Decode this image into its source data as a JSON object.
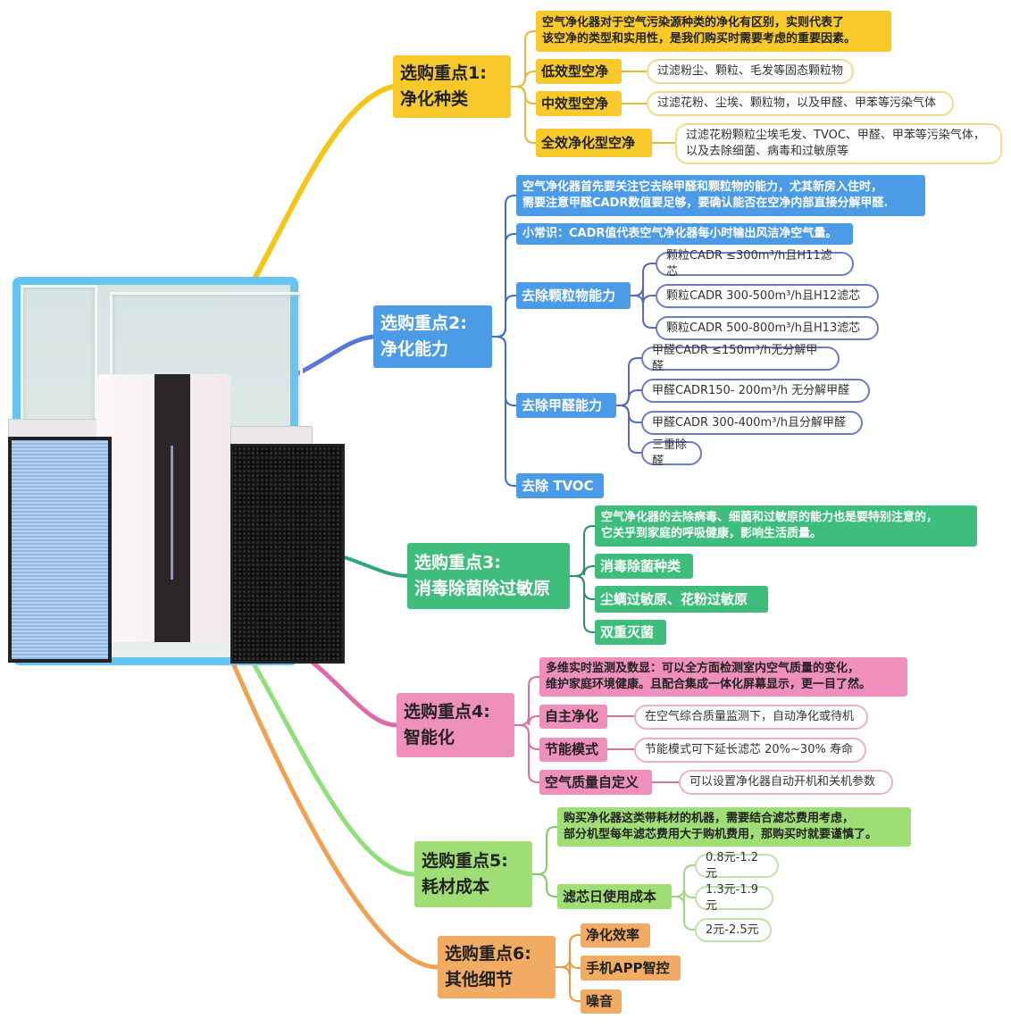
{
  "colors": {
    "b1": "#f7c92b",
    "b2": "#4b9be6",
    "b3": "#3fbd7c",
    "b4": "#ef8fbb",
    "b5": "#9fde74",
    "b6": "#f2ab62",
    "photo_border": "#67c4ee"
  },
  "b1": {
    "title": "选购重点1:\n净化种类",
    "desc": "空气净化器对于空气污染源种类的净化有区别，实则代表了\n该空净的类型和实用性，是我们购买时需要考虑的重要因素。",
    "items": [
      {
        "label": "低效型空净",
        "detail": "过滤粉尘、颗粒、毛发等固态颗粒物"
      },
      {
        "label": "中效型空净",
        "detail": "过滤花粉、尘埃、颗粒物，以及甲醛、甲苯等污染气体"
      },
      {
        "label": "全效净化型空净",
        "detail": "过滤花粉颗粒尘埃毛发、TVOC、甲醛、甲苯等污染气体，\n以及去除细菌、病毒和过敏原等"
      }
    ]
  },
  "b2": {
    "title": "选购重点2:\n净化能力",
    "desc": "空气净化器首先要关注它去除甲醛和颗粒物的能力，尤其新房入住时，\n需要注意甲醛CADR数值要足够，要确认能否在空净内部直接分解甲醛.",
    "tip": "小常识：CADR值代表空气净化器每小时输出风洁净空气量。",
    "particle": {
      "label": "去除颗粒物能力",
      "details": [
        "颗粒CADR ≤300m³/h且H11滤芯",
        "颗粒CADR 300-500m³/h且H12滤芯",
        "颗粒CADR 500-800m³/h且H13滤芯"
      ]
    },
    "formaldehyde": {
      "label": "去除甲醛能力",
      "details": [
        "甲醛CADR ≤150m³/h无分解甲醛",
        "甲醛CADR150- 200m³/h 无分解甲醛",
        "甲醛CADR 300-400m³/h且分解甲醛",
        "三重除醛"
      ]
    },
    "tvoc": "去除 TVOC"
  },
  "b3": {
    "title": "选购重点3:\n消毒除菌除过敏原",
    "desc": "空气净化器的去除病毒、细菌和过敏原的能力也是要特别注意的，\n它关乎到家庭的呼吸健康，影响生活质量。",
    "items": [
      "消毒除菌种类",
      "尘螨过敏原、花粉过敏原",
      "双重灭菌"
    ]
  },
  "b4": {
    "title": "选购重点4:\n智能化",
    "desc": "多维实时监测及数显：可以全方面检测室内空气质量的变化，\n维护家庭环境健康。且配合集成一体化屏幕显示，更一目了然。",
    "items": [
      {
        "label": "自主净化",
        "detail": "在空气综合质量监测下，自动净化或待机"
      },
      {
        "label": "节能模式",
        "detail": "节能模式可下延长滤芯 20%~30% 寿命"
      },
      {
        "label": "空气质量自定义",
        "detail": "可以设置净化器自动开机和关机参数"
      }
    ]
  },
  "b5": {
    "title": "选购重点5:\n耗材成本",
    "desc": "购买净化器这类带耗材的机器，需要结合滤芯费用考虑，\n部分机型每年滤芯费用大于购机费用，那购买时就要谨慎了。",
    "cost": {
      "label": "滤芯日使用成本",
      "details": [
        "0.8元-1.2元",
        "1.3元-1.9元",
        "2元-2.5元"
      ]
    }
  },
  "b6": {
    "title": "选购重点6:\n其他细节",
    "items": [
      "净化效率",
      "手机APP智控",
      "噪音"
    ]
  }
}
